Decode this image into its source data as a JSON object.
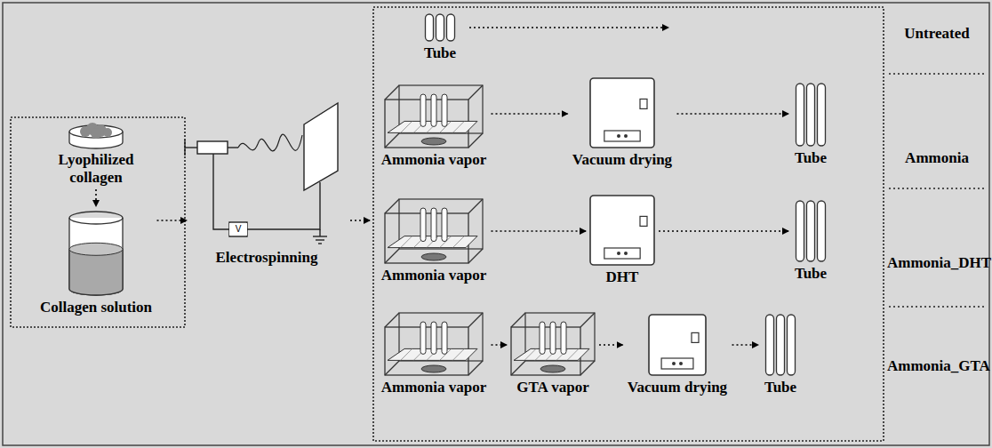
{
  "diagram": {
    "nodes": [
      {
        "text": [
          "Lyophilized collagen"
        ]
      },
      {
        "text": [
          "Collagen solution"
        ]
      },
      {
        "text": [
          "Electrospinning"
        ]
      },
      {
        "text": [
          "Tube"
        ]
      },
      {
        "text": [
          "Ammonia vapor"
        ]
      },
      {
        "text": [
          "Vacuum drying"
        ]
      },
      {
        "text": [
          "Tube"
        ]
      },
      {
        "text": [
          "Ammonia vapor"
        ]
      },
      {
        "text": [
          "DHT"
        ]
      },
      {
        "text": [
          "Tube"
        ]
      },
      {
        "text": [
          "Ammonia vapor"
        ]
      },
      {
        "text": [
          "GTA vapor"
        ]
      },
      {
        "text": [
          "Vacuum drying"
        ]
      },
      {
        "text": [
          "Tube"
        ]
      }
    ],
    "edges": [
      {
        "from": 0,
        "to": 1,
        "arrow": "to"
      },
      {
        "from": 1,
        "to": 2,
        "arrow": "to"
      },
      {
        "from": 4,
        "to": 5,
        "arrow": "to"
      },
      {
        "from": 5,
        "to": 6,
        "arrow": "to"
      },
      {
        "from": 7,
        "to": 8,
        "arrow": "to"
      },
      {
        "from": 8,
        "to": 9,
        "arrow": "to"
      },
      {
        "from": 10,
        "to": 11,
        "arrow": "to"
      },
      {
        "from": 11,
        "to": 12,
        "arrow": "to"
      },
      {
        "from": 12,
        "to": 13,
        "arrow": "to"
      }
    ],
    "labels": [
      "V",
      "Untreated",
      "Ammonia",
      "Ammonia_DHT",
      "Ammonia_GTA"
    ]
  }
}
